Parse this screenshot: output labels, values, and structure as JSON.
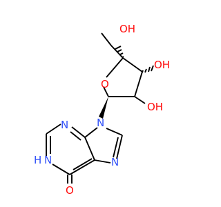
{
  "colors": {
    "background": "#ffffff",
    "bond": "#000000",
    "oxygen": "#ff0d0d",
    "nitrogen": "#3050f8"
  },
  "atoms": {
    "hydroxymethyl_oh": "OH",
    "c3_oh": "OH",
    "c2_oh": "OH",
    "ring_oxygen": "O",
    "n9": "N",
    "n3": "N",
    "n7": "N",
    "n1h": "N",
    "n1h_h": "H",
    "carbonyl_o": "O"
  }
}
